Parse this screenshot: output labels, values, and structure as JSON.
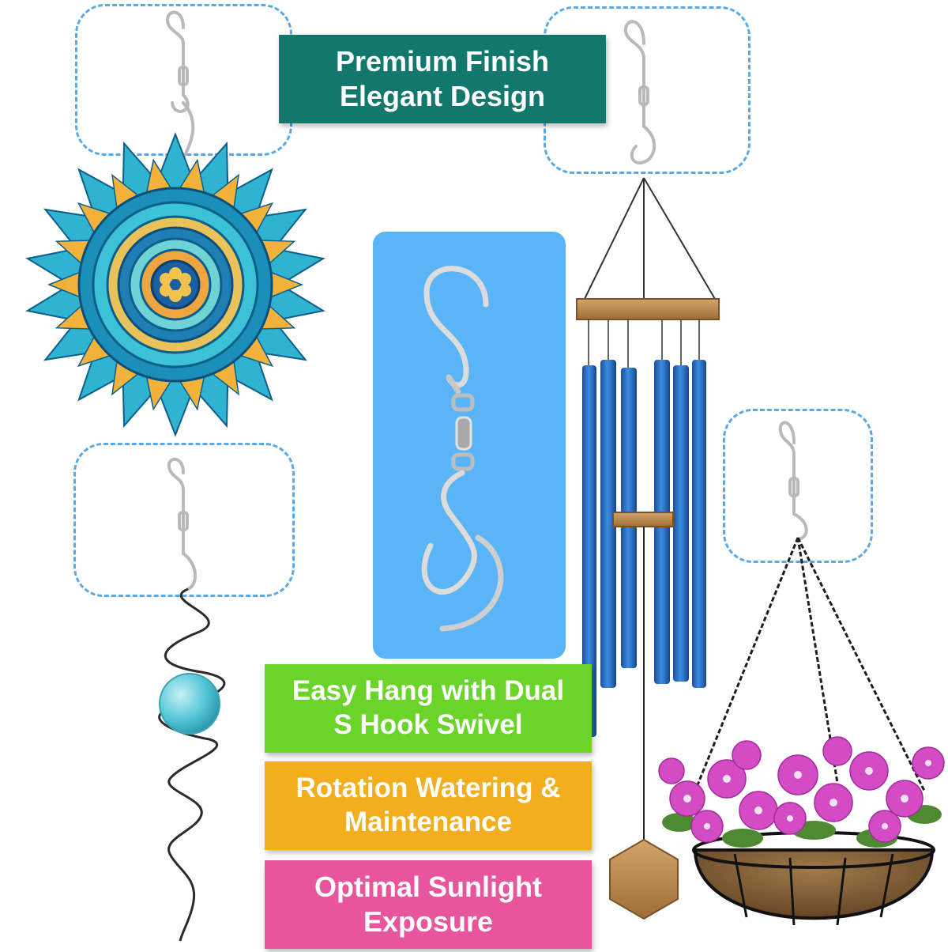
{
  "labels": {
    "premium": {
      "line1": "Premium Finish",
      "line2": "Elegant Design",
      "color": "#12786e"
    },
    "easy_hang": {
      "line1": "Easy Hang with Dual",
      "line2": "S Hook Swivel",
      "color": "#6bd42a"
    },
    "rotation": {
      "line1": "Rotation Watering &",
      "line2": "Maintenance",
      "color": "#f2ae1c"
    },
    "sunlight": {
      "line1": "Optimal Sunlight",
      "line2": "Exposure",
      "color": "#e8559c"
    }
  },
  "colors": {
    "hook_panel": "#5ab4f5",
    "dashed_frame": "#5aa9e6",
    "chime_tube": "#2f78c9",
    "wood": "#b7874c"
  },
  "icons": [
    "s-hook-swivel-icon",
    "mandala-wind-spinner-icon",
    "wind-chime-icon",
    "spiral-tail-icon",
    "hanging-flower-basket-icon"
  ]
}
